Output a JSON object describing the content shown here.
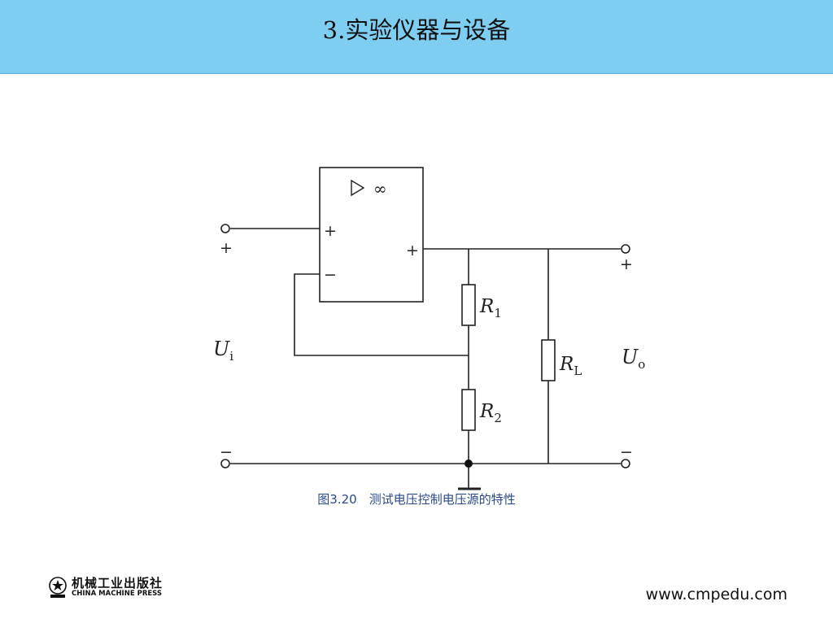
{
  "slide": {
    "title": "3.实验仪器与设备",
    "caption": "图3.20　测试电压控制电压源的特性",
    "website": "www.cmpedu.com"
  },
  "logo": {
    "name_cn": "机械工业出版社",
    "name_en": "CHINA MACHINE PRESS"
  },
  "circuit": {
    "opamp_symbol": "▷ ∞",
    "in_plus": "+",
    "in_minus": "−",
    "out_plus": "+",
    "input_plus": "+",
    "input_minus": "−",
    "output_plus": "+",
    "output_minus": "−",
    "input_voltage": {
      "main": "U",
      "sub": "i"
    },
    "output_voltage": {
      "main": "U",
      "sub": "o"
    },
    "r1": {
      "main": "R",
      "sub": "1"
    },
    "r2": {
      "main": "R",
      "sub": "2"
    },
    "rl": {
      "main": "R",
      "sub": "L"
    }
  },
  "colors": {
    "header_bg": "#7ecef2",
    "caption": "#2a4a8a",
    "wire": "#222222"
  }
}
